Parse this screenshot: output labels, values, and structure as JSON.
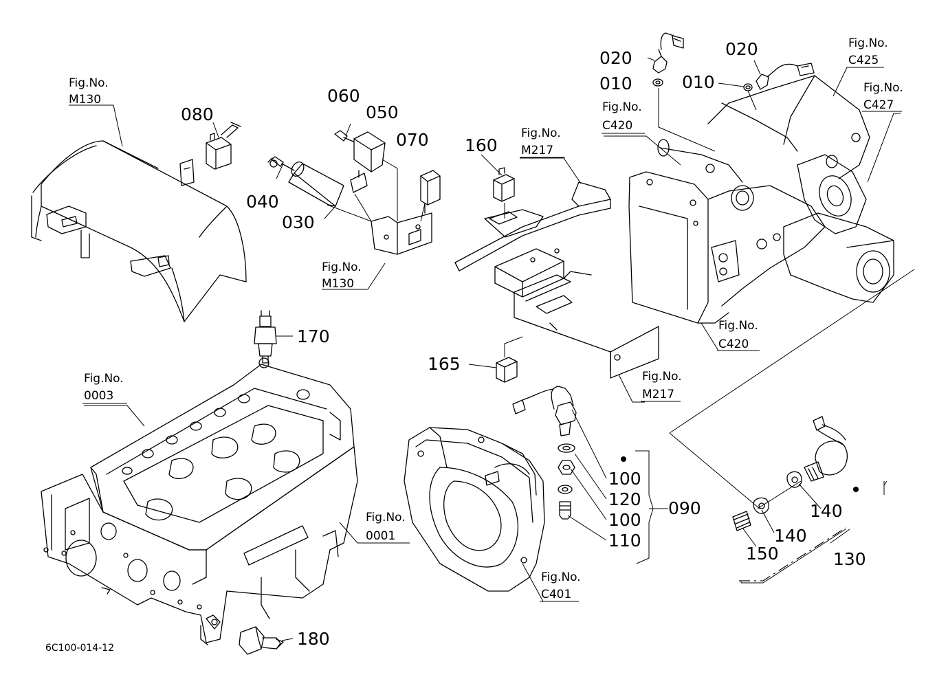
{
  "diagram_code": "6C100-014-12",
  "part_labels": {
    "p010a": "010",
    "p010b": "010",
    "p020a": "020",
    "p020b": "020",
    "p030": "030",
    "p040": "040",
    "p050": "050",
    "p060": "060",
    "p070": "070",
    "p080": "080",
    "p090": "090",
    "p100a": "100",
    "p100b": "100",
    "p110": "110",
    "p120": "120",
    "p130": "130",
    "p140a": "140",
    "p140b": "140",
    "p150": "150",
    "p160": "160",
    "p165": "165",
    "p170": "170",
    "p180": "180"
  },
  "fig_refs": [
    {
      "prefix": "Fig.No.",
      "code": "M130"
    },
    {
      "prefix": "Fig.No.",
      "code": "M130"
    },
    {
      "prefix": "Fig.No.",
      "code": "M217"
    },
    {
      "prefix": "Fig.No.",
      "code": "M217"
    },
    {
      "prefix": "Fig.No.",
      "code": "C425"
    },
    {
      "prefix": "Fig.No.",
      "code": "C427"
    },
    {
      "prefix": "Fig.No.",
      "code": "C420"
    },
    {
      "prefix": "Fig.No.",
      "code": "C420"
    },
    {
      "prefix": "Fig.No.",
      "code": "0003"
    },
    {
      "prefix": "Fig.No.",
      "code": "0001"
    },
    {
      "prefix": "Fig.No.",
      "code": "C401"
    }
  ]
}
